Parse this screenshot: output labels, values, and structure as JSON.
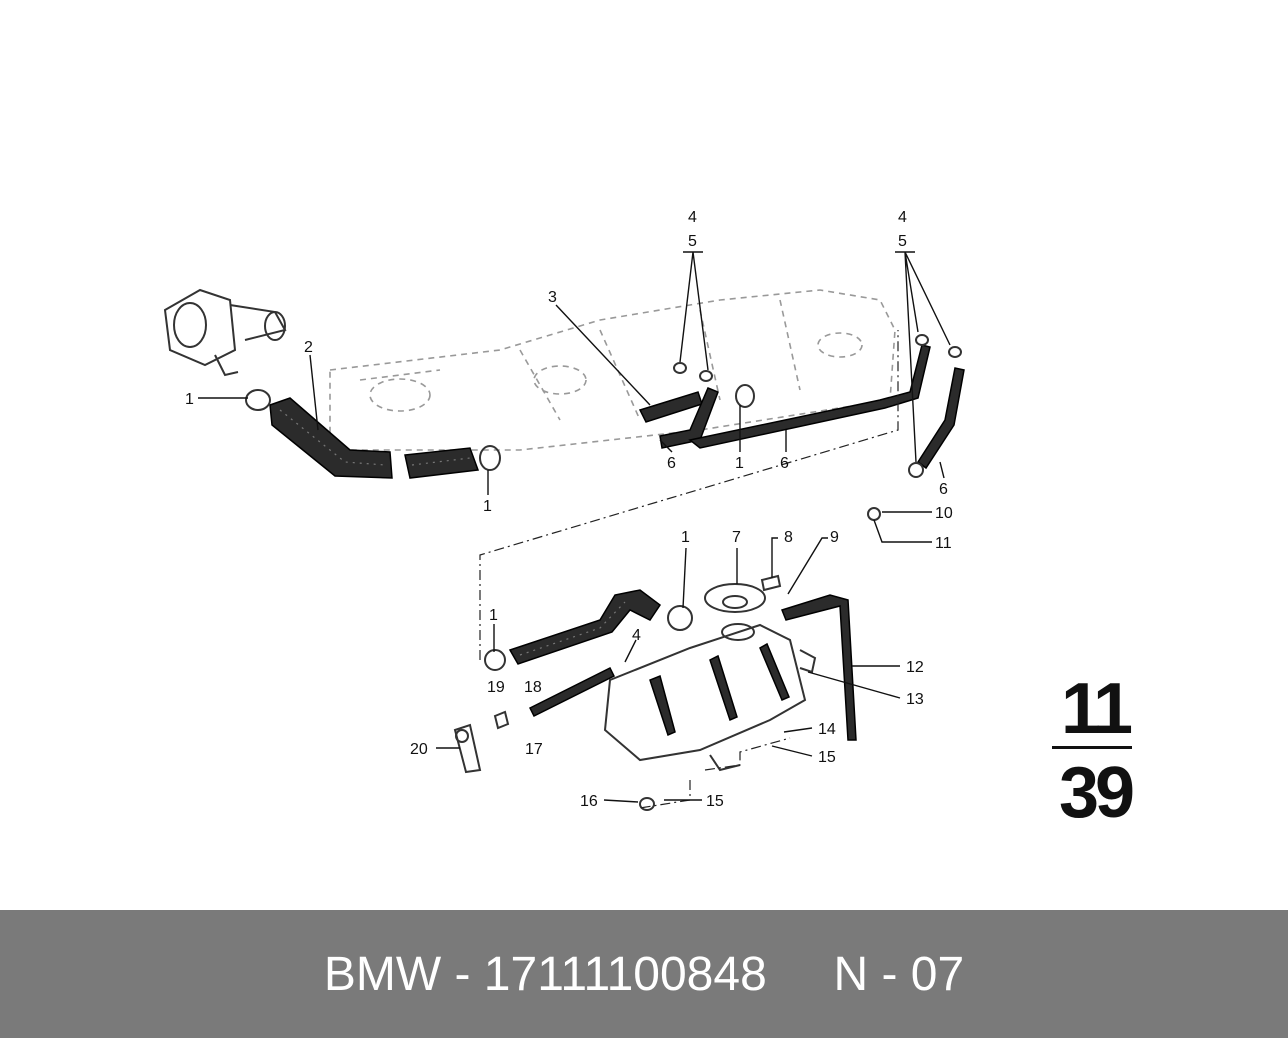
{
  "diagram": {
    "callouts": [
      "1",
      "2",
      "3",
      "4",
      "5",
      "6",
      "7",
      "8",
      "9",
      "10",
      "11",
      "12",
      "13",
      "14",
      "15",
      "16",
      "17",
      "18",
      "19",
      "20"
    ],
    "callout_positions_note": ""
  },
  "page_number": {
    "top": "11",
    "bottom": "39"
  },
  "footer": {
    "text": "BMW - 17111100848     N - 07"
  },
  "colors": {
    "footer_bg": "#7a7a7a",
    "footer_text": "#ffffff",
    "ink": "#111111"
  }
}
